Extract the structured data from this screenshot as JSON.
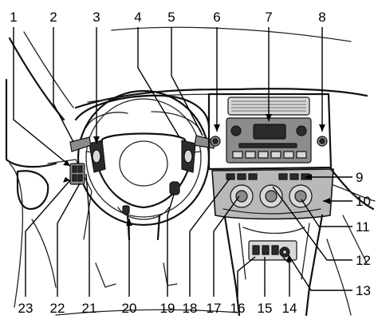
{
  "callouts": {
    "top": [
      "1",
      "2",
      "3",
      "4",
      "5",
      "6",
      "7",
      "8"
    ],
    "right": [
      "9",
      "10",
      "11",
      "12",
      "13"
    ],
    "bottom": [
      "14",
      "15",
      "16",
      "17",
      "18",
      "19",
      "20",
      "21",
      "22",
      "23"
    ]
  }
}
